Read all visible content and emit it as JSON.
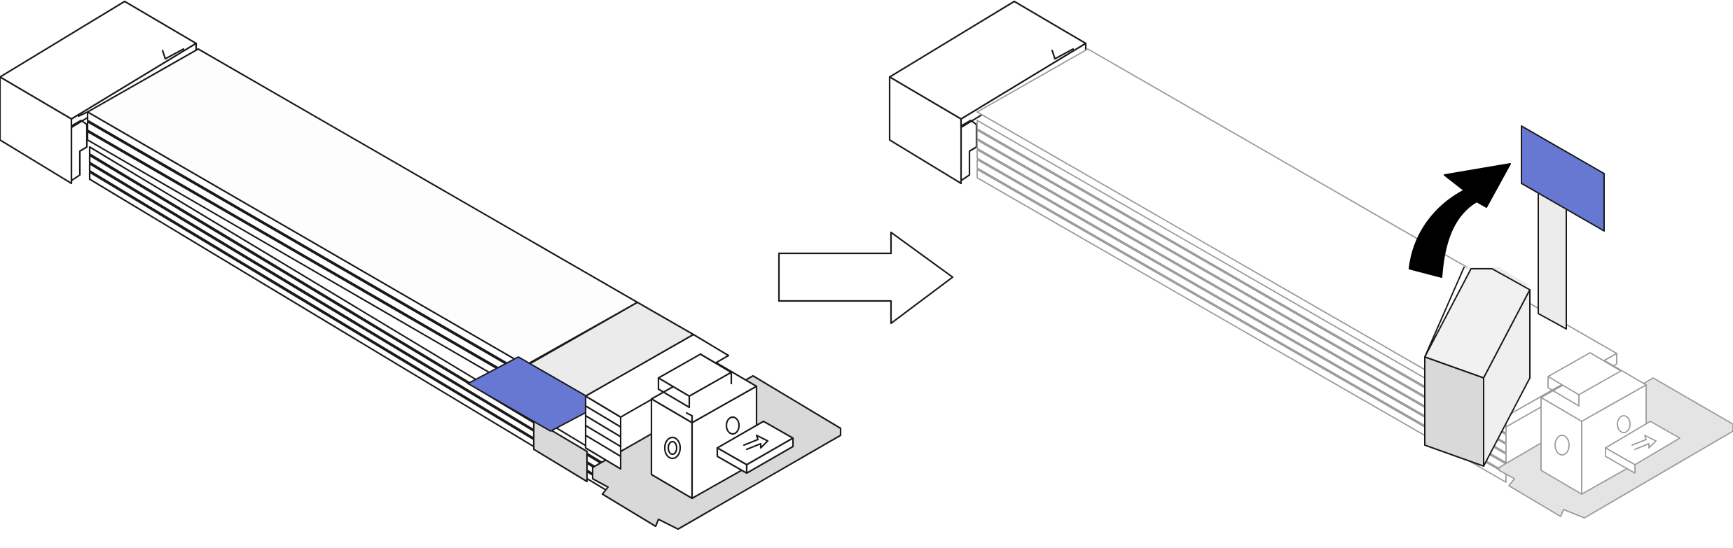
{
  "figure": {
    "panels": [
      {
        "id": "before",
        "state": "pull-tab folded down over M.2 drive"
      },
      {
        "id": "after",
        "state": "pull-tab lifted up"
      }
    ],
    "step_arrow_icon": "outline-right-arrow",
    "motion_arrow_icon": "curved-black-arrow-up",
    "colors": {
      "tab": "#6678d2",
      "line": "#1a1a1a",
      "faded_line": "#9a9a9a",
      "gray_fill": "#d9d9d9",
      "light_fill": "#ececec",
      "arrow": "#000000"
    }
  }
}
